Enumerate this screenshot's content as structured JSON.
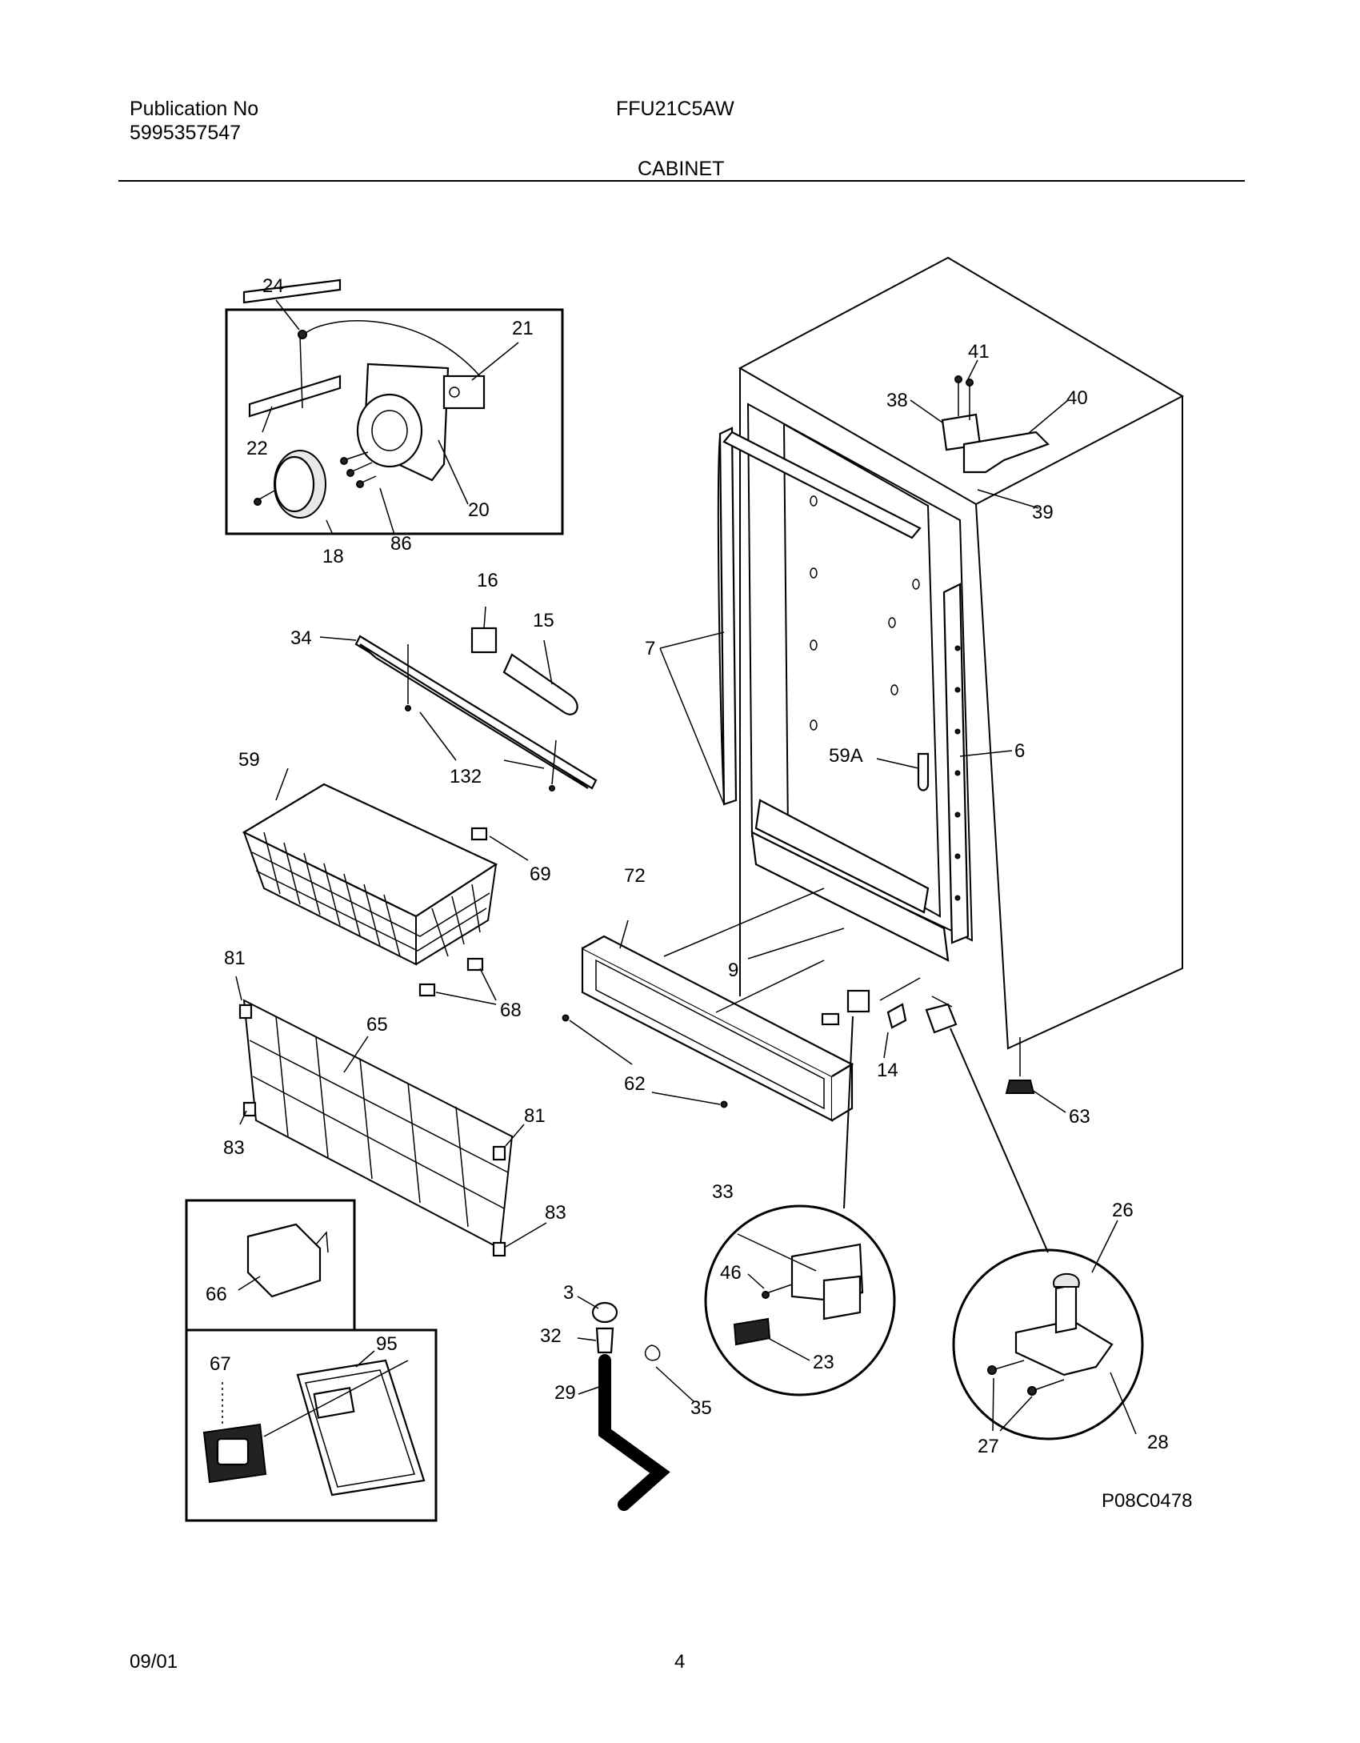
{
  "header": {
    "publication_label": "Publication No",
    "publication_number": "5995357547",
    "model": "FFU21C5AW",
    "section": "CABINET"
  },
  "footer": {
    "date": "09/01",
    "page": "4",
    "drawing_code": "P08C0478"
  },
  "callouts": [
    {
      "id": "24",
      "text": "24"
    },
    {
      "id": "21",
      "text": "21"
    },
    {
      "id": "22",
      "text": "22"
    },
    {
      "id": "20",
      "text": "20"
    },
    {
      "id": "18",
      "text": "18"
    },
    {
      "id": "86",
      "text": "86"
    },
    {
      "id": "16",
      "text": "16"
    },
    {
      "id": "15",
      "text": "15"
    },
    {
      "id": "34",
      "text": "34"
    },
    {
      "id": "132",
      "text": "132"
    },
    {
      "id": "59",
      "text": "59"
    },
    {
      "id": "69",
      "text": "69"
    },
    {
      "id": "68",
      "text": "68"
    },
    {
      "id": "81a",
      "text": "81"
    },
    {
      "id": "65",
      "text": "65"
    },
    {
      "id": "83a",
      "text": "83"
    },
    {
      "id": "81b",
      "text": "81"
    },
    {
      "id": "83b",
      "text": "83"
    },
    {
      "id": "66",
      "text": "66"
    },
    {
      "id": "67",
      "text": "67"
    },
    {
      "id": "95",
      "text": "95"
    },
    {
      "id": "41",
      "text": "41"
    },
    {
      "id": "38",
      "text": "38"
    },
    {
      "id": "40",
      "text": "40"
    },
    {
      "id": "39",
      "text": "39"
    },
    {
      "id": "7",
      "text": "7"
    },
    {
      "id": "59A",
      "text": "59A"
    },
    {
      "id": "6",
      "text": "6"
    },
    {
      "id": "72",
      "text": "72"
    },
    {
      "id": "9",
      "text": "9"
    },
    {
      "id": "62",
      "text": "62"
    },
    {
      "id": "14",
      "text": "14"
    },
    {
      "id": "63",
      "text": "63"
    },
    {
      "id": "33",
      "text": "33"
    },
    {
      "id": "46",
      "text": "46"
    },
    {
      "id": "23",
      "text": "23"
    },
    {
      "id": "3",
      "text": "3"
    },
    {
      "id": "32",
      "text": "32"
    },
    {
      "id": "29",
      "text": "29"
    },
    {
      "id": "35",
      "text": "35"
    },
    {
      "id": "26",
      "text": "26"
    },
    {
      "id": "27",
      "text": "27"
    },
    {
      "id": "28",
      "text": "28"
    }
  ]
}
